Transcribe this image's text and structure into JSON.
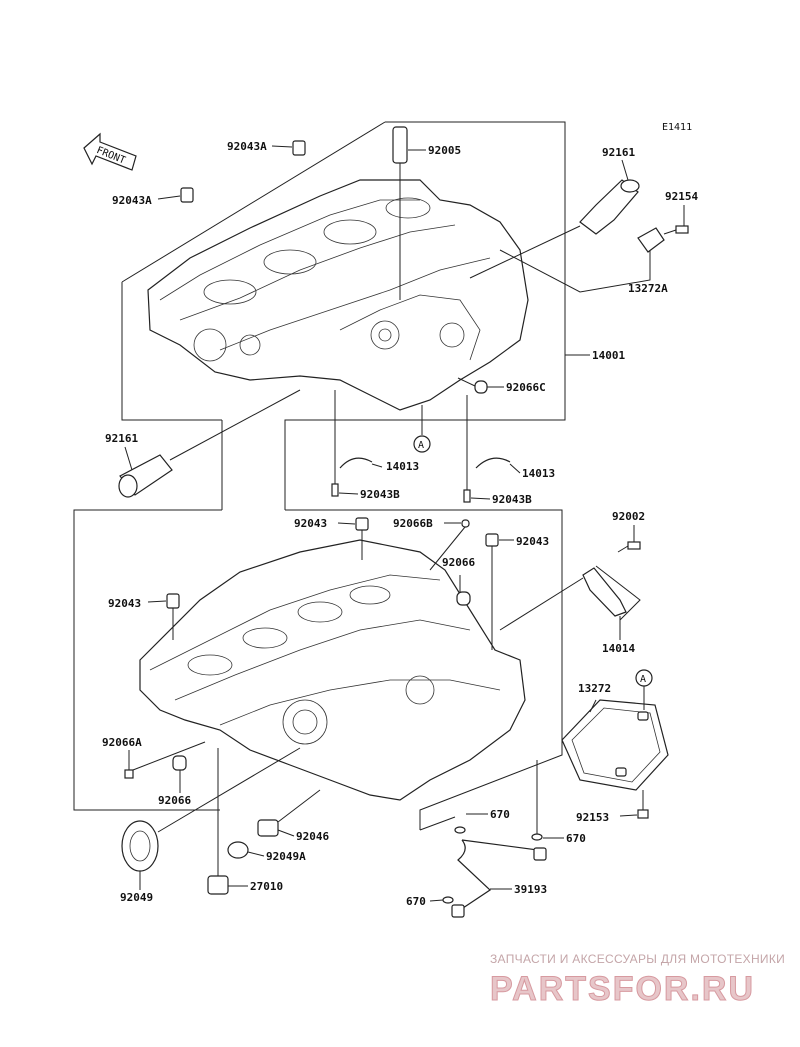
{
  "diagram": {
    "ref_code": "E1411",
    "front_label": "FRONT",
    "callout_letter": "A",
    "labels": {
      "l92043A_1": "92043A",
      "l92005": "92005",
      "l92161_top": "92161",
      "l92154": "92154",
      "l92043A_2": "92043A",
      "l13272A": "13272A",
      "l14001": "14001",
      "l92066C": "92066C",
      "l92161_left": "92161",
      "l14013_1": "14013",
      "l14013_2": "14013",
      "l92043B_1": "92043B",
      "l92043B_2": "92043B",
      "l92002": "92002",
      "l92043_1": "92043",
      "l92066B": "92066B",
      "l92043_2": "92043",
      "l92066": "92066",
      "l92043_3": "92043",
      "l14014": "14014",
      "l13272": "13272",
      "l92066A": "92066A",
      "l92066_b": "92066",
      "l92153": "92153",
      "l670_1": "670",
      "l670_2": "670",
      "l92046": "92046",
      "l92049A": "92049A",
      "l92049": "92049",
      "l27010": "27010",
      "l39193": "39193",
      "l670_3": "670"
    }
  },
  "watermark": {
    "tagline": "ЗАПЧАСТИ И АКСЕССУАРЫ ДЛЯ МОТОТЕХНИКИ",
    "site": "PARTSFOR.RU"
  },
  "colors": {
    "line": "#222222",
    "watermark": "#d79aa0"
  }
}
